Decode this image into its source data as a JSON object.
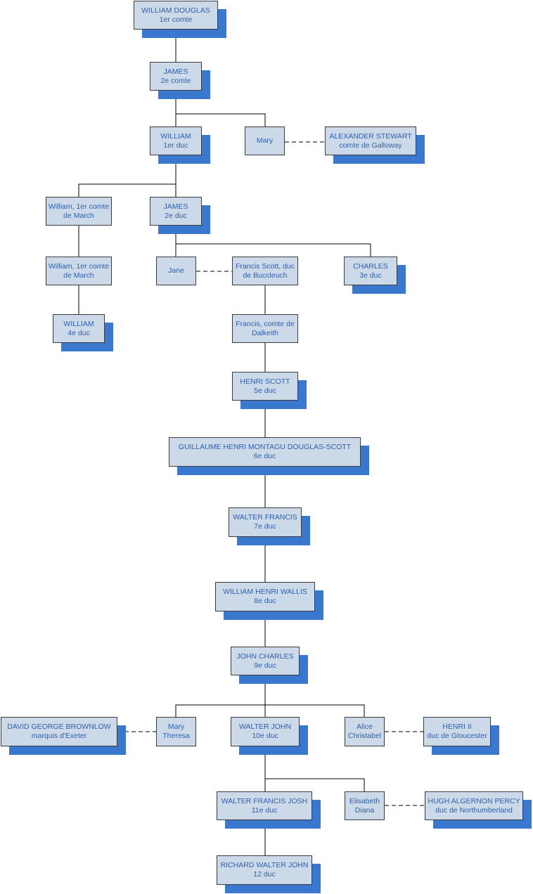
{
  "colors": {
    "box_fill": "#ccd9e8",
    "box_border": "#3c3c3c",
    "text": "#2f5fae",
    "shadow": "#3a78d0",
    "line": "#000000"
  },
  "nodes": [
    {
      "id": "william-douglas",
      "name": "WILLIAM DOUGLAS",
      "title": "1er comte",
      "shadow": true
    },
    {
      "id": "james-2e-comte",
      "name": "JAMES",
      "title": "2e comte",
      "shadow": true
    },
    {
      "id": "william-1er-duc",
      "name": "WILLIAM",
      "title": "1er duc",
      "shadow": true
    },
    {
      "id": "mary-1",
      "name": "Mary",
      "title": "",
      "shadow": false
    },
    {
      "id": "alexander-stewart",
      "name": "ALEXANDER STEWART",
      "title": "comte de Galloway",
      "shadow": true
    },
    {
      "id": "william-march-1",
      "name": "William, 1er comte",
      "title": "de March",
      "shadow": false
    },
    {
      "id": "james-2e-duc",
      "name": "JAMES",
      "title": "2e duc",
      "shadow": true
    },
    {
      "id": "william-march-2",
      "name": "William, 1er comte",
      "title": "de March",
      "shadow": false
    },
    {
      "id": "jane",
      "name": "Jane",
      "title": "",
      "shadow": false
    },
    {
      "id": "francis-scott",
      "name": "Francis Scott, duc",
      "title": "de Buccleuch",
      "shadow": false
    },
    {
      "id": "charles-3e-duc",
      "name": "CHARLES",
      "title": "3e duc",
      "shadow": true
    },
    {
      "id": "william-4e-duc",
      "name": "WILLIAM",
      "title": "4e duc",
      "shadow": true
    },
    {
      "id": "francis-dalkeith",
      "name": "Francis, comte de",
      "title": "Dalkeith",
      "shadow": false
    },
    {
      "id": "henri-scott",
      "name": "HENRI SCOTT",
      "title": "5e duc",
      "shadow": true
    },
    {
      "id": "guillaume-henri",
      "name": "GUILLAUME HENRI MONTAGU DOUGLAS-SCOTT",
      "title": "6e duc",
      "shadow": true
    },
    {
      "id": "walter-francis",
      "name": "WALTER FRANCIS",
      "title": "7e duc",
      "shadow": true
    },
    {
      "id": "william-henri-wallis",
      "name": "WILLIAM HENRI WALLIS",
      "title": "8e duc",
      "shadow": true
    },
    {
      "id": "john-charles",
      "name": "JOHN CHARLES",
      "title": "9e duc",
      "shadow": true
    },
    {
      "id": "david-george-brownlow",
      "name": "DAVID GEORGE BROWNLOW",
      "title": "marquis d'Exeter",
      "shadow": true
    },
    {
      "id": "mary-theresa",
      "name": "Mary",
      "title": "Theresa",
      "shadow": false
    },
    {
      "id": "walter-john",
      "name": "WALTER JOHN",
      "title": "10e duc",
      "shadow": true
    },
    {
      "id": "alice-christabel",
      "name": "Alice",
      "title": "Christabel",
      "shadow": false
    },
    {
      "id": "henri-ii",
      "name": "HENRI II",
      "title": "duc de Gloucester",
      "shadow": true
    },
    {
      "id": "walter-francis-josh",
      "name": "WALTER FRANCIS JOSH",
      "title": "11e duc",
      "shadow": true
    },
    {
      "id": "elisabeth-diana",
      "name": "Elisabeth",
      "title": "Diana",
      "shadow": false
    },
    {
      "id": "hugh-algernon-percy",
      "name": "HUGH ALGERNON PERCY",
      "title": "duc de Northumberland",
      "shadow": true
    },
    {
      "id": "richard-walter-john",
      "name": "RICHARD WALTER JOHN",
      "title": "12 duc",
      "shadow": true
    }
  ]
}
